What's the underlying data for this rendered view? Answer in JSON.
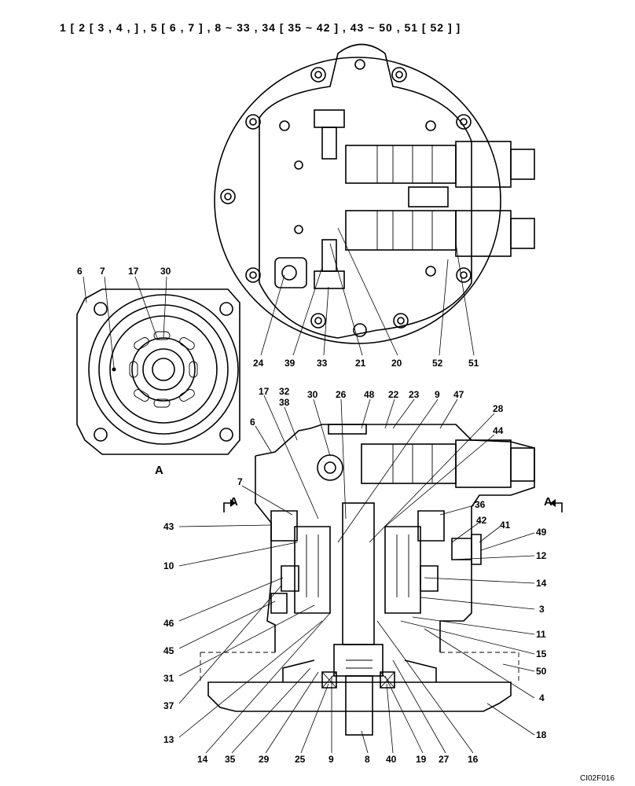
{
  "header": {
    "parts_list": "1 [ 2  [ 3 , 4 , ] , 5 [ 6 , 7 ] , 8  ~ 33 , 34 [ 35  ~ 42 ] , 43  ~ 50 , 51 [ 52 ] ]"
  },
  "figure_code": "CI02F016",
  "view_a": {
    "title": "A",
    "callouts": [
      "6",
      "7",
      "17",
      "30"
    ]
  },
  "top_view": {
    "callouts": [
      "24",
      "39",
      "33",
      "21",
      "20",
      "52",
      "51"
    ]
  },
  "section_view": {
    "section_marks": [
      "A",
      "A"
    ],
    "callouts_top": [
      "17",
      "32",
      "38",
      "30",
      "26",
      "48",
      "22",
      "23",
      "9",
      "47",
      "28",
      "44",
      "6",
      "7",
      "36",
      "42",
      "41"
    ],
    "callouts_left": [
      "43",
      "10",
      "46",
      "45",
      "31",
      "37",
      "13"
    ],
    "callouts_right": [
      "49",
      "12",
      "14",
      "3",
      "11",
      "15",
      "50",
      "4",
      "18"
    ],
    "callouts_bottom": [
      "14",
      "35",
      "29",
      "25",
      "9",
      "8",
      "40",
      "19",
      "27",
      "16"
    ]
  }
}
